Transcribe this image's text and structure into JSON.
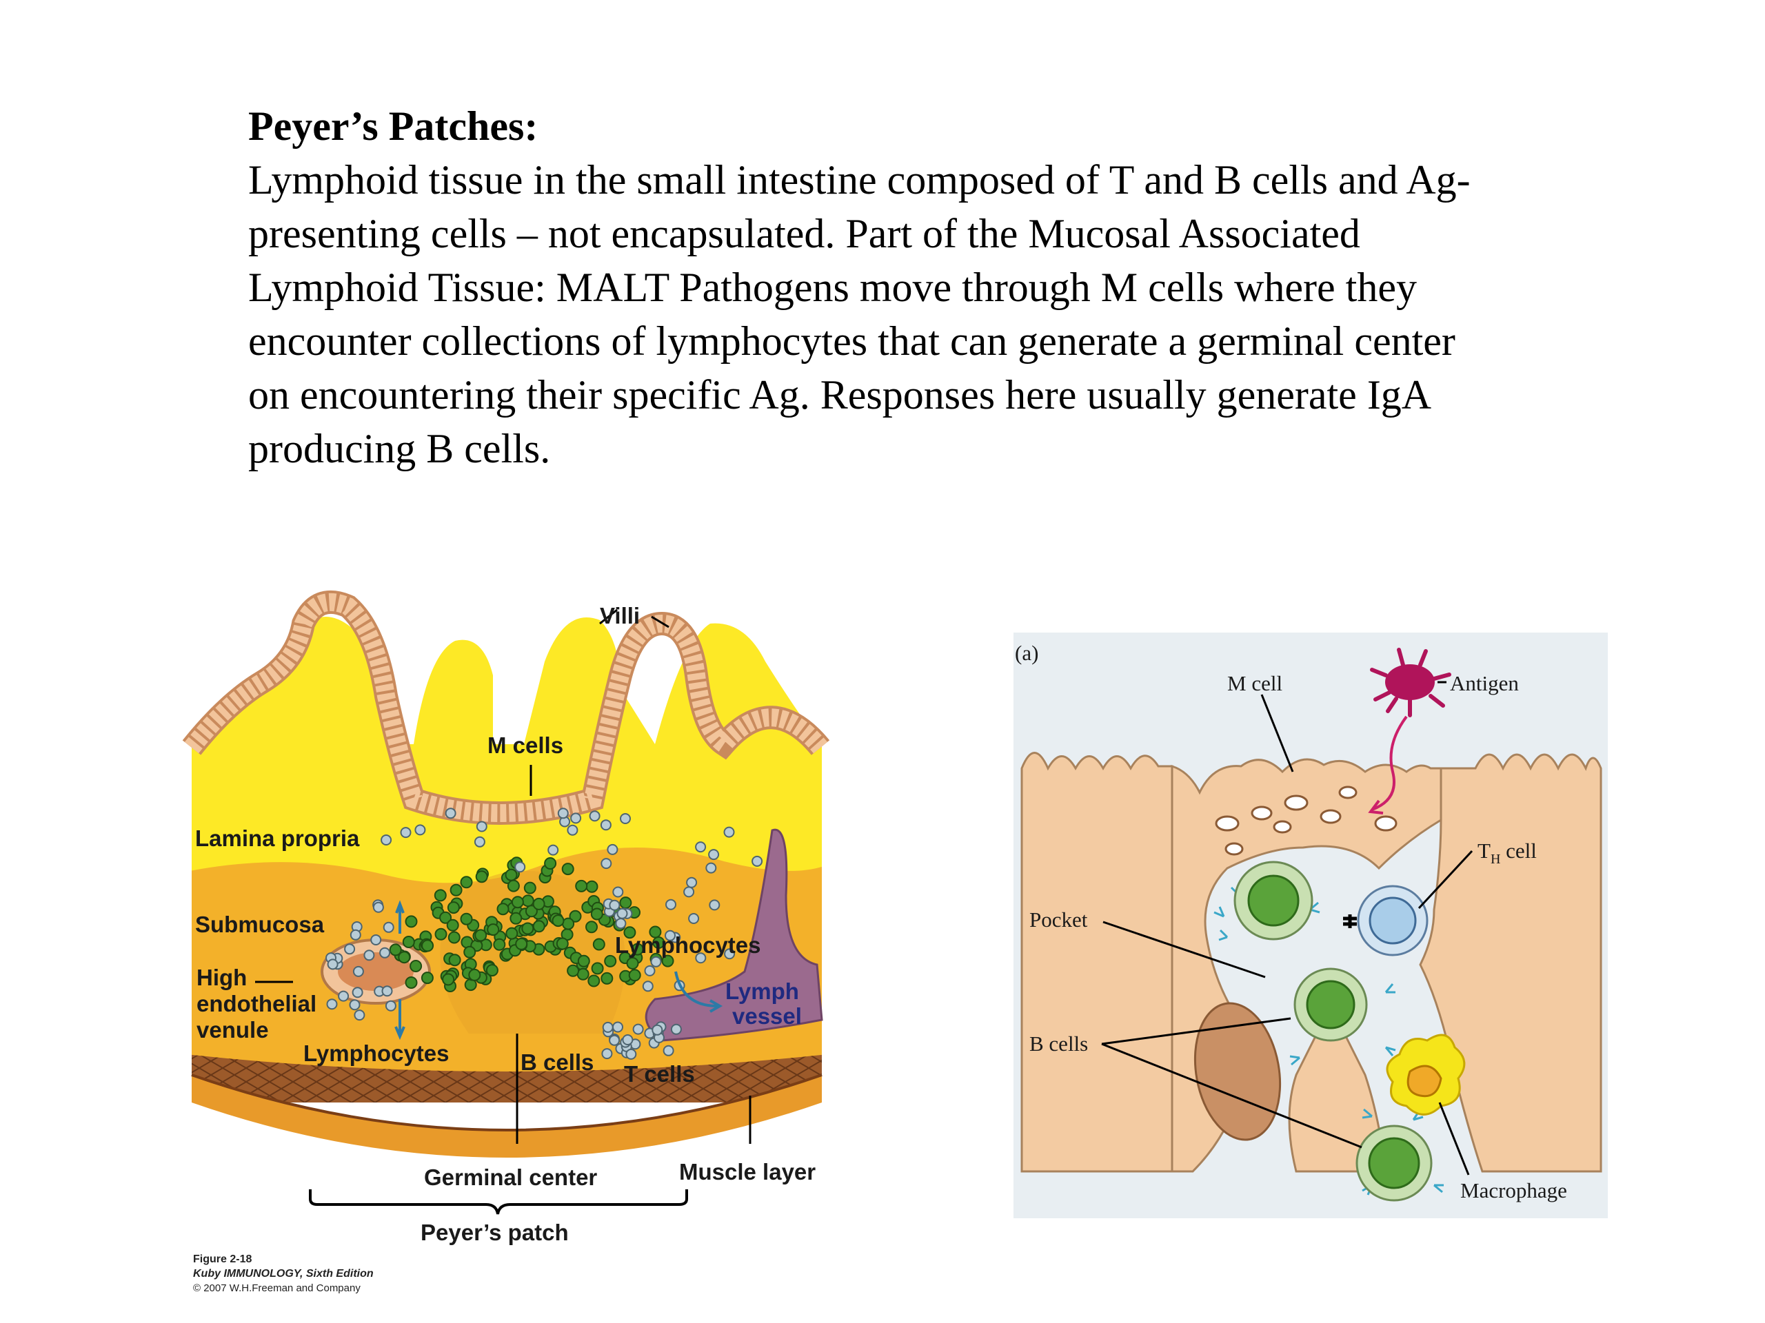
{
  "slide": {
    "title": "Peyer’s Patches:",
    "body_lines": [
      "Lymphoid tissue in the small intestine composed of T and B cells and Ag-",
      "presenting cells – not encapsulated.  Part of the Mucosal Associated",
      "Lymphoid Tissue: MALT   Pathogens move through M cells where they",
      "encounter collections of lymphocytes that can generate a germinal center",
      "on encountering their specific Ag.  Responses here usually generate IgA",
      "producing B cells."
    ]
  },
  "figure_left": {
    "labels": {
      "villi": "Villi",
      "m_cells": "M cells",
      "lamina_propria": "Lamina propria",
      "submucosa": "Submucosa",
      "high_endothelial_venule": [
        "High",
        "endothelial",
        "venule"
      ],
      "lymphocytes_left": "Lymphocytes",
      "lymphocytes_right": "Lymphocytes",
      "b_cells": "B cells",
      "t_cells": "T cells",
      "lymph_vessel": [
        "Lymph",
        "vessel"
      ],
      "germinal_center": "Germinal center",
      "muscle_layer": "Muscle layer",
      "peyers_patch": "Peyer’s patch"
    },
    "credit": [
      "Figure 2-18",
      "Kuby IMMUNOLOGY, Sixth Edition",
      "© 2007 W.H.Freeman and Company"
    ],
    "colors": {
      "lamina": "#fde926",
      "submucosa": "#f3b12a",
      "muscle": "#9c5a2a",
      "epithelium": "#f2c49b",
      "b_cell": "#3f8f2a",
      "t_cell": "#b8ccd6",
      "lymph_vessel": "#9b6a8e"
    }
  },
  "figure_right": {
    "panel_label": "(a)",
    "labels": {
      "m_cell": "M cell",
      "antigen": "Antigen",
      "th_cell_main": "T",
      "th_cell_sub": "H",
      "th_cell_suffix": " cell",
      "pocket": "Pocket",
      "b_cells": "B cells",
      "macrophage": "Macrophage"
    },
    "colors": {
      "background": "#e8eef2",
      "epithelium": "#f3cba2",
      "antigen": "#b0145a",
      "b_cell": "#74b848",
      "th_cell": "#a9cde9",
      "macrophage": "#f5e51a"
    }
  }
}
